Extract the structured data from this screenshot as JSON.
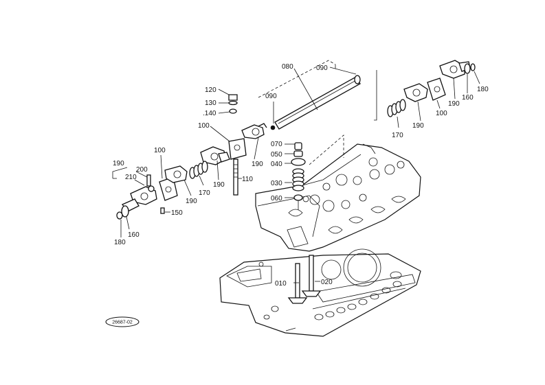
{
  "drawing_code": "26687-02",
  "callouts": {
    "c010": "010",
    "c020": "020",
    "c030": "030",
    "c040": "040",
    "c050": "050",
    "c060": "060",
    "c070": "070",
    "c080": "080",
    "c090a": "090",
    "c090b": "090",
    "c100a": "100",
    "c100b": "100",
    "c100c": "100",
    "c110": "110",
    "c120": "120",
    "c130": "130",
    "c140": ".140",
    "c150": "150",
    "c160a": "160",
    "c160b": "160",
    "c170a": "170",
    "c170b": "170",
    "c180a": "180",
    "c180b": "180",
    "c190a": "190",
    "c190b": "190",
    "c190c": "190",
    "c190d": "190",
    "c190e": "190",
    "c190f": "190",
    "c200": "200",
    "c210": "210"
  }
}
